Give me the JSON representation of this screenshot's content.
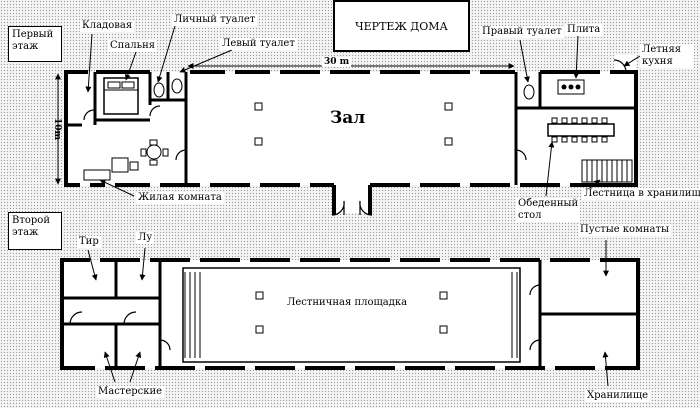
{
  "title": "ЧЕРТЕЖ ДОМА",
  "floors": {
    "first": "Первый этаж",
    "second": "Второй этаж"
  },
  "rooms": {
    "hall": "Зал",
    "landing": "Лестничная площадка"
  },
  "dimensions": {
    "length": "30 m",
    "width": "10m"
  },
  "labels": {
    "pantry": "Кладовая",
    "bedroom": "Спальня",
    "personal_toilet": "Личный туалет",
    "left_toilet": "Левый туалет",
    "right_toilet": "Правый туалет",
    "stove": "Плита",
    "summer_kitchen": "Летняя кухня",
    "living_room": "Жилая комната",
    "dining_table": "Обеденный стол",
    "stairs_storage": "Лестница в хранилище",
    "shooting_range": "Тир",
    "lu": "Лу",
    "empty_rooms": "Пустые комнаты",
    "workshops": "Мастерские",
    "storage": "Хранилище"
  }
}
